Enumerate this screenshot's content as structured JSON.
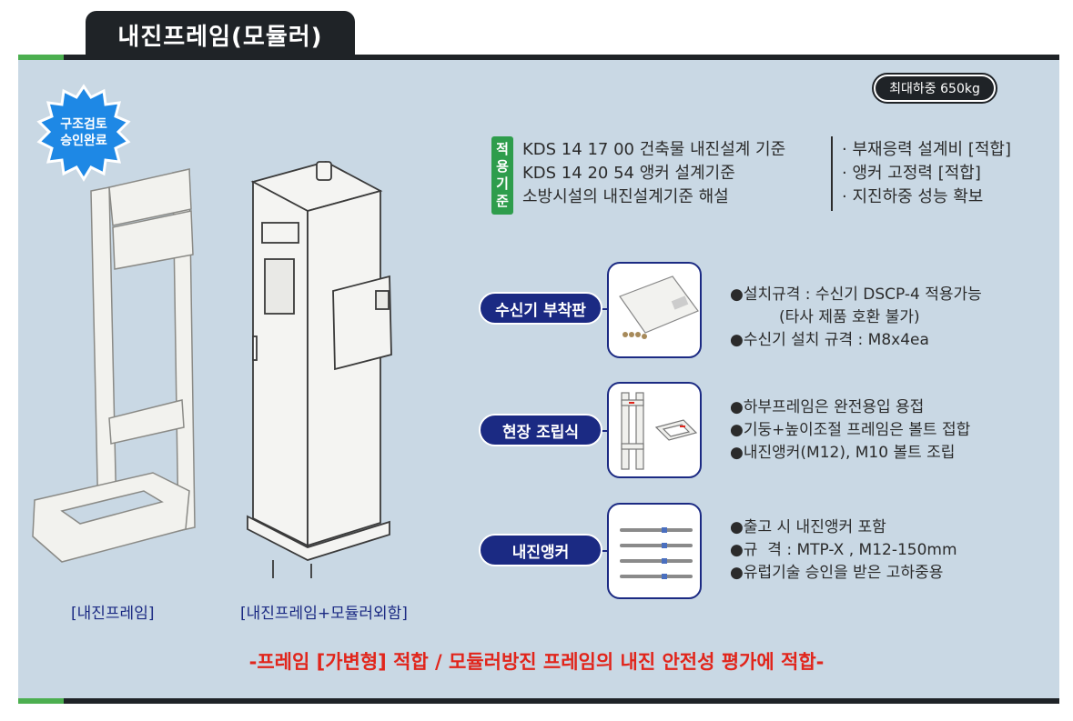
{
  "title": "내진프레임(모듈러)",
  "badge": {
    "line1": "구조검토",
    "line2": "승인완료"
  },
  "max_load": "최대하중 650kg",
  "standards_tag": [
    "적",
    "용",
    "기",
    "준"
  ],
  "standards": [
    "KDS 14 17 00 건축물 내진설계 기준",
    "KDS 14 20 54 앵커 설계기준",
    "소방시설의 내진설계기준 해설"
  ],
  "results": [
    "· 부재응력 설계비 [적합]",
    "· 앵커 고정력 [적합]",
    "· 지진하중 성능 확보"
  ],
  "features": [
    {
      "label": "수신기 부착판",
      "items": [
        "●설치규격 : 수신기 DSCP-4 적용가능",
        "          (타사 제품 호환 불가)",
        "●수신기 설치 규격 : M8x4ea"
      ]
    },
    {
      "label": "현장 조립식",
      "items": [
        "●하부프레임은 완전용입 용접",
        "●기둥+높이조절 프레임은 볼트 접합",
        "●내진앵커(M12), M10 볼트 조립"
      ]
    },
    {
      "label": "내진앵커",
      "items": [
        "●출고 시 내진앵커 포함",
        "●규  격 : MTP-X , M12-150mm",
        "●유럽기술 승인을 받은 고하중용"
      ]
    }
  ],
  "captions": {
    "frame": "[내진프레임]",
    "frame_enclosure": "[내진프레임+모듈러외함]"
  },
  "footer_note": "-프레임 [가변형] 적합 / 모듈러방진 프레임의 내진 안전성 평가에 적합-",
  "colors": {
    "panel": "#c9d8e4",
    "dark": "#1f2327",
    "accent_green": "#4caf50",
    "navy": "#1b2a83",
    "red": "#e1251b",
    "badge_blue": "#1e88e5"
  }
}
